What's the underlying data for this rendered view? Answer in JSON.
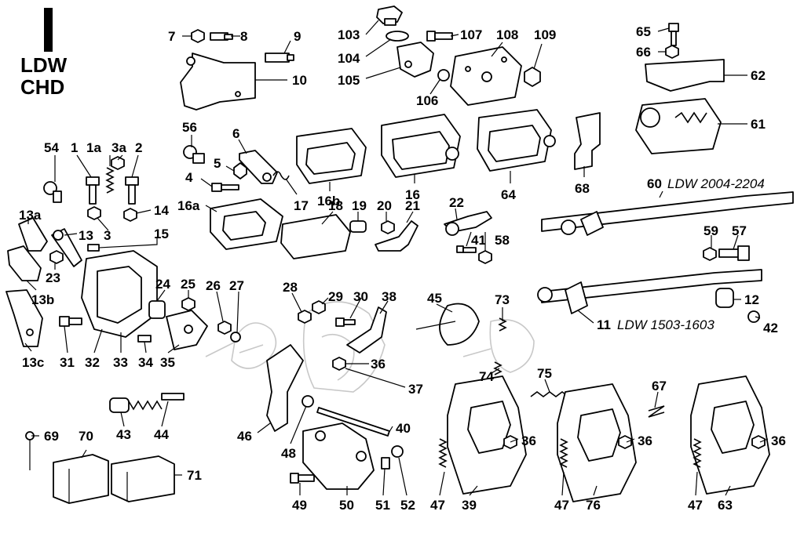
{
  "title": {
    "line1": "LDW",
    "line2": "CHD"
  },
  "models": {
    "long_rod": "LDW 2004-2204",
    "short_rod": "LDW 1503-1603"
  },
  "labels": [
    {
      "id": "p7",
      "t": "7"
    },
    {
      "id": "p8",
      "t": "8"
    },
    {
      "id": "p9",
      "t": "9"
    },
    {
      "id": "p10",
      "t": "10"
    },
    {
      "id": "p103",
      "t": "103"
    },
    {
      "id": "p104",
      "t": "104"
    },
    {
      "id": "p105",
      "t": "105"
    },
    {
      "id": "p106",
      "t": "106"
    },
    {
      "id": "p107",
      "t": "107"
    },
    {
      "id": "p108",
      "t": "108"
    },
    {
      "id": "p109",
      "t": "109"
    },
    {
      "id": "p65",
      "t": "65"
    },
    {
      "id": "p66",
      "t": "66"
    },
    {
      "id": "p62",
      "t": "62"
    },
    {
      "id": "p61",
      "t": "61"
    },
    {
      "id": "p56",
      "t": "56"
    },
    {
      "id": "p6",
      "t": "6"
    },
    {
      "id": "p5",
      "t": "5"
    },
    {
      "id": "p4",
      "t": "4"
    },
    {
      "id": "p17",
      "t": "17"
    },
    {
      "id": "p16b",
      "t": "16b"
    },
    {
      "id": "p16",
      "t": "16"
    },
    {
      "id": "p64",
      "t": "64"
    },
    {
      "id": "p68",
      "t": "68"
    },
    {
      "id": "p60",
      "t": "60"
    },
    {
      "id": "p54",
      "t": "54"
    },
    {
      "id": "p1",
      "t": "1"
    },
    {
      "id": "p1a",
      "t": "1a"
    },
    {
      "id": "p3a",
      "t": "3a"
    },
    {
      "id": "p2",
      "t": "2"
    },
    {
      "id": "p14",
      "t": "14"
    },
    {
      "id": "p3",
      "t": "3"
    },
    {
      "id": "p16a",
      "t": "16a"
    },
    {
      "id": "p18",
      "t": "18"
    },
    {
      "id": "p19",
      "t": "19"
    },
    {
      "id": "p20",
      "t": "20"
    },
    {
      "id": "p21",
      "t": "21"
    },
    {
      "id": "p22",
      "t": "22"
    },
    {
      "id": "p41",
      "t": "41"
    },
    {
      "id": "p58",
      "t": "58"
    },
    {
      "id": "p59",
      "t": "59"
    },
    {
      "id": "p57",
      "t": "57"
    },
    {
      "id": "p13a",
      "t": "13a"
    },
    {
      "id": "p13",
      "t": "13"
    },
    {
      "id": "p15",
      "t": "15"
    },
    {
      "id": "p23",
      "t": "23"
    },
    {
      "id": "p13b",
      "t": "13b"
    },
    {
      "id": "p24",
      "t": "24"
    },
    {
      "id": "p25",
      "t": "25"
    },
    {
      "id": "p26",
      "t": "26"
    },
    {
      "id": "p27",
      "t": "27"
    },
    {
      "id": "p28",
      "t": "28"
    },
    {
      "id": "p29",
      "t": "29"
    },
    {
      "id": "p30",
      "t": "30"
    },
    {
      "id": "p38",
      "t": "38"
    },
    {
      "id": "p45",
      "t": "45"
    },
    {
      "id": "p73",
      "t": "73"
    },
    {
      "id": "p12",
      "t": "12"
    },
    {
      "id": "p11",
      "t": "11"
    },
    {
      "id": "p42",
      "t": "42"
    },
    {
      "id": "p13c",
      "t": "13c"
    },
    {
      "id": "p31",
      "t": "31"
    },
    {
      "id": "p32",
      "t": "32"
    },
    {
      "id": "p33",
      "t": "33"
    },
    {
      "id": "p34",
      "t": "34"
    },
    {
      "id": "p35",
      "t": "35"
    },
    {
      "id": "p36a",
      "t": "36"
    },
    {
      "id": "p37",
      "t": "37"
    },
    {
      "id": "p74",
      "t": "74"
    },
    {
      "id": "p75",
      "t": "75"
    },
    {
      "id": "p67",
      "t": "67"
    },
    {
      "id": "p43",
      "t": "43"
    },
    {
      "id": "p44",
      "t": "44"
    },
    {
      "id": "p46",
      "t": "46"
    },
    {
      "id": "p48",
      "t": "48"
    },
    {
      "id": "p40",
      "t": "40"
    },
    {
      "id": "p36b",
      "t": "36"
    },
    {
      "id": "p36c",
      "t": "36"
    },
    {
      "id": "p36d",
      "t": "36"
    },
    {
      "id": "p69",
      "t": "69"
    },
    {
      "id": "p70",
      "t": "70"
    },
    {
      "id": "p71",
      "t": "71"
    },
    {
      "id": "p49",
      "t": "49"
    },
    {
      "id": "p50",
      "t": "50"
    },
    {
      "id": "p51",
      "t": "51"
    },
    {
      "id": "p52",
      "t": "52"
    },
    {
      "id": "p47a",
      "t": "47"
    },
    {
      "id": "p39",
      "t": "39"
    },
    {
      "id": "p47b",
      "t": "47"
    },
    {
      "id": "p76",
      "t": "76"
    },
    {
      "id": "p47c",
      "t": "47"
    },
    {
      "id": "p63",
      "t": "63"
    }
  ]
}
